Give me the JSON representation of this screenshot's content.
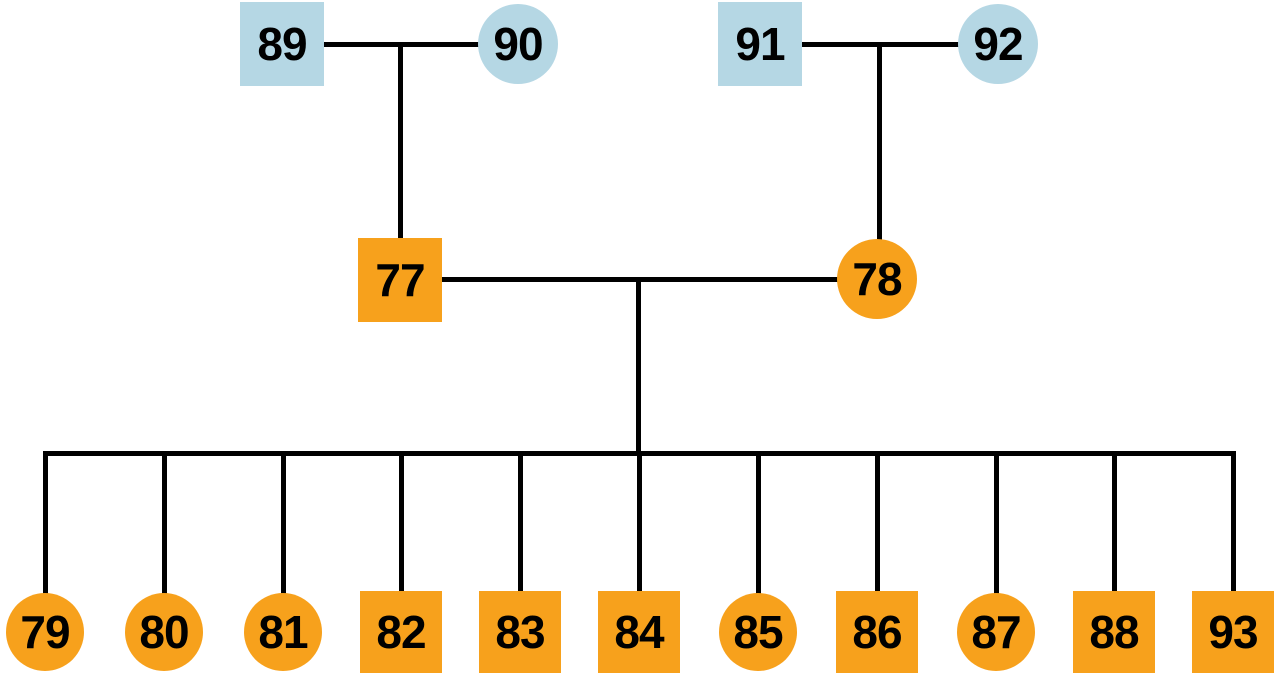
{
  "diagram": {
    "type": "pedigree-family-tree",
    "background_color": "#ffffff",
    "line_color": "#000000",
    "text_color": "#000000",
    "node_colors": {
      "founder_generation": "#b5d7e4",
      "descendant_generation": "#f7a11c"
    },
    "individuals": [
      {
        "id": "89",
        "shape": "square",
        "color": "founder_generation",
        "generation": 1
      },
      {
        "id": "90",
        "shape": "circle",
        "color": "founder_generation",
        "generation": 1
      },
      {
        "id": "91",
        "shape": "square",
        "color": "founder_generation",
        "generation": 1
      },
      {
        "id": "92",
        "shape": "circle",
        "color": "founder_generation",
        "generation": 1
      },
      {
        "id": "77",
        "shape": "square",
        "color": "descendant_generation",
        "generation": 2
      },
      {
        "id": "78",
        "shape": "circle",
        "color": "descendant_generation",
        "generation": 2
      },
      {
        "id": "79",
        "shape": "circle",
        "color": "descendant_generation",
        "generation": 3
      },
      {
        "id": "80",
        "shape": "circle",
        "color": "descendant_generation",
        "generation": 3
      },
      {
        "id": "81",
        "shape": "circle",
        "color": "descendant_generation",
        "generation": 3
      },
      {
        "id": "82",
        "shape": "square",
        "color": "descendant_generation",
        "generation": 3
      },
      {
        "id": "83",
        "shape": "square",
        "color": "descendant_generation",
        "generation": 3
      },
      {
        "id": "84",
        "shape": "square",
        "color": "descendant_generation",
        "generation": 3
      },
      {
        "id": "85",
        "shape": "circle",
        "color": "descendant_generation",
        "generation": 3
      },
      {
        "id": "86",
        "shape": "square",
        "color": "descendant_generation",
        "generation": 3
      },
      {
        "id": "87",
        "shape": "circle",
        "color": "descendant_generation",
        "generation": 3
      },
      {
        "id": "88",
        "shape": "square",
        "color": "descendant_generation",
        "generation": 3
      },
      {
        "id": "93",
        "shape": "square",
        "color": "descendant_generation",
        "generation": 3
      }
    ],
    "couples": [
      {
        "partners": [
          "89",
          "90"
        ],
        "children": [
          "77"
        ]
      },
      {
        "partners": [
          "91",
          "92"
        ],
        "children": [
          "78"
        ]
      },
      {
        "partners": [
          "77",
          "78"
        ],
        "children": [
          "79",
          "80",
          "81",
          "82",
          "83",
          "84",
          "85",
          "86",
          "87",
          "88",
          "93"
        ]
      }
    ]
  }
}
